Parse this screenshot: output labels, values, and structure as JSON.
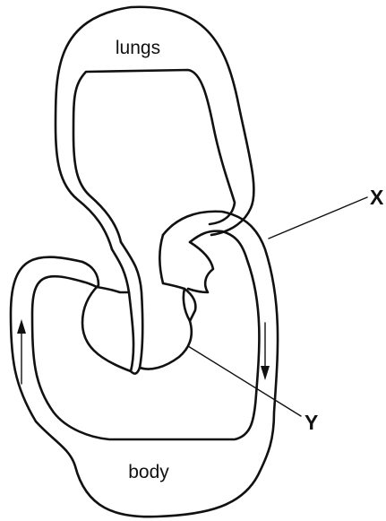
{
  "diagram": {
    "labels": {
      "lungs": "lungs",
      "body": "body",
      "x": "X",
      "y": "Y"
    },
    "colors": {
      "line": "#111111",
      "background": "#ffffff"
    }
  }
}
